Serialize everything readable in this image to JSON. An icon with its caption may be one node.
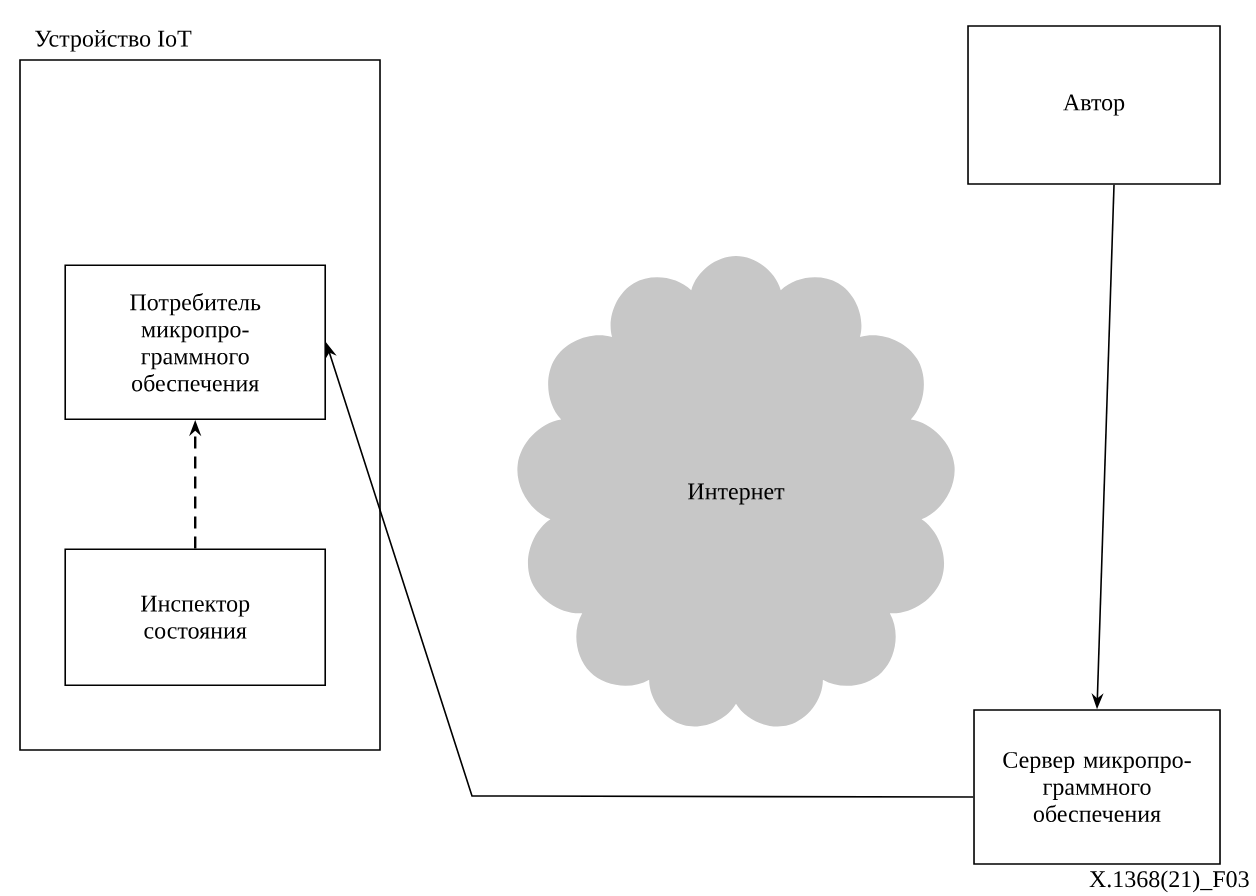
{
  "diagram": {
    "nodes": [
      {
        "text": [
          "Автор"
        ]
      },
      {
        "text": [
          "Устройство IoT"
        ]
      },
      {
        "text": [
          "Потребитель микропро- граммного обеспечения"
        ],
        "in": 1
      },
      {
        "text": [
          "Инспектор состояния"
        ],
        "in": 1
      },
      {
        "text": [
          "Интернет"
        ]
      },
      {
        "text": [
          "Сервер микропро- граммного обеспечения"
        ]
      }
    ],
    "edges": [
      {
        "from": 0,
        "to": 5,
        "arrow": "to"
      },
      {
        "from": 5,
        "to": 2,
        "arrow": "to"
      },
      {
        "from": 3,
        "to": 2,
        "arrow": "to",
        "style": "dashed"
      }
    ],
    "labels": [
      "X.1368(21)_F03"
    ]
  }
}
